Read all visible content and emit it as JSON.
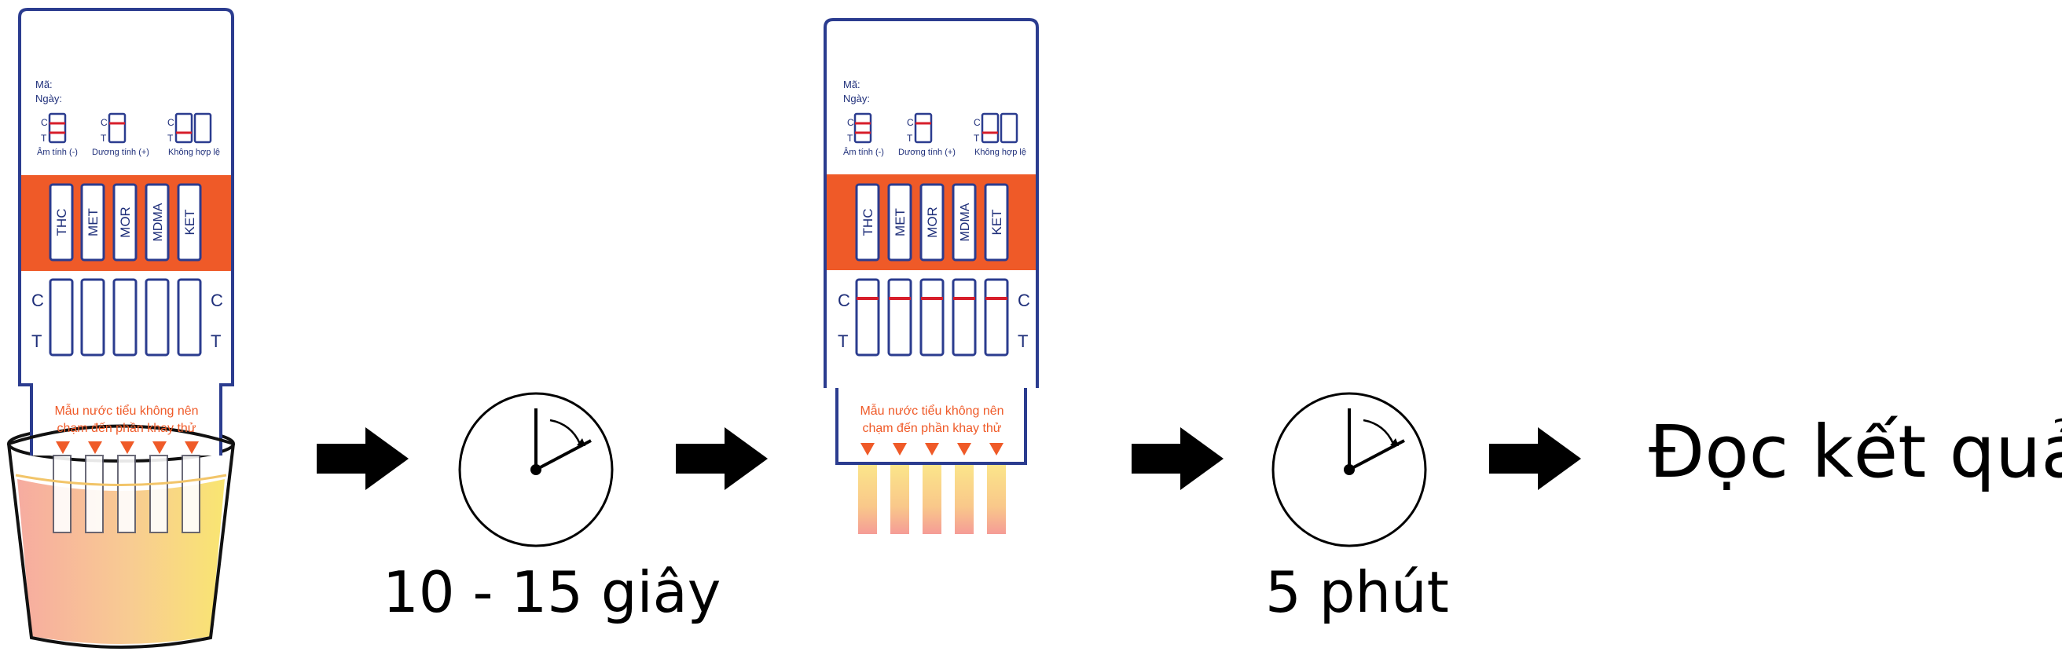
{
  "steps": {
    "step1_time": "10 - 15 giây",
    "step2_time": "5 phút",
    "result": "Đọc kết quả"
  },
  "test_card": {
    "code_label": "Mã:",
    "date_label": "Ngày:",
    "legend": {
      "c": "C",
      "t": "T",
      "negative": "Âm tính (-)",
      "positive": "Dương tính (+)",
      "invalid": "Không hợp lệ"
    },
    "drugs": [
      "THC",
      "MET",
      "MOR",
      "MDMA",
      "KET"
    ],
    "side_c": "C",
    "side_t": "T",
    "instruction_line1": "Mẫu nước tiểu không nên",
    "instruction_line2": "chạm đến phần khay thử"
  },
  "icons": [
    "right-arrow-icon",
    "clock-icon",
    "urine-cup-icon"
  ],
  "colors": {
    "card_border": "#2b3c8f",
    "orange_band": "#ef5a28",
    "control_line": "#d71e2b",
    "text_navy": "#1f2f7a",
    "urine_yellow": "#f7d64a",
    "urine_pink": "#f5b6a6"
  }
}
